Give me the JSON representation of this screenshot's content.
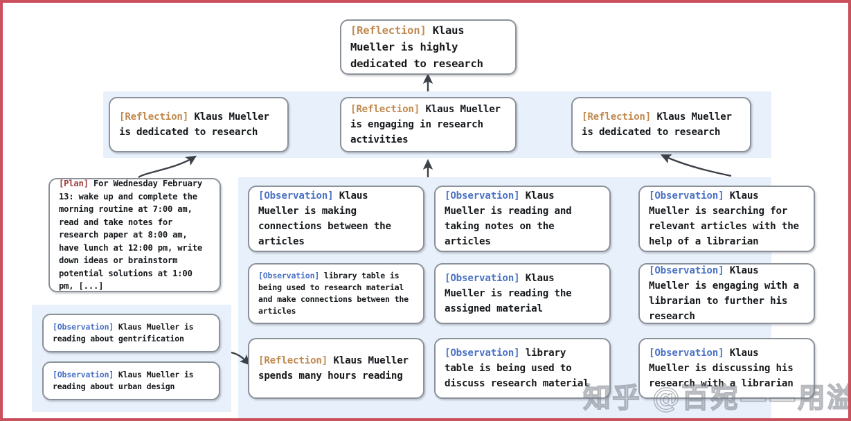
{
  "figure": {
    "type": "reflection-tree-diagram",
    "border_color": "#c9505c",
    "panel_color": "#e8f0fb",
    "node_border_color": "#8b9199",
    "tag_colors": {
      "reflection": "#c08a4e",
      "observation": "#4a72c4",
      "plan": "#a03a3a"
    }
  },
  "root": {
    "tag": "[Reflection]",
    "text": " Klaus Mueller is highly dedicated to research"
  },
  "reflections": [
    {
      "tag": "[Reflection]",
      "text": " Klaus Mueller is dedicated to research"
    },
    {
      "tag": "[Reflection]",
      "text": " Klaus Mueller is engaging in research activities"
    },
    {
      "tag": "[Reflection]",
      "text": " Klaus Mueller is dedicated to research"
    }
  ],
  "plan": {
    "tag": "[Plan]",
    "text": " For Wednesday February 13: wake up and complete the morning routine at 7:00 am, read and take notes for research paper at 8:00 am, have lunch at 12:00 pm, write down ideas or brainstorm potential solutions at 1:00 pm, [...]"
  },
  "left_observations": [
    {
      "tag": "[Observation]",
      "text": " Klaus Mueller is reading about gentrification"
    },
    {
      "tag": "[Observation]",
      "text": " Klaus Mueller is reading about urban design"
    }
  ],
  "column_a": [
    {
      "tag": "[Observation]",
      "text": " Klaus Mueller is making connections between the articles"
    },
    {
      "tag": "[Observation]",
      "text": " library table is being used to research material and make connections between the articles"
    },
    {
      "tag": "[Reflection]",
      "text": " Klaus Mueller spends many hours reading"
    }
  ],
  "column_b": [
    {
      "tag": "[Observation]",
      "text": " Klaus Mueller is reading and taking notes on the articles"
    },
    {
      "tag": "[Observation]",
      "text": " Klaus Mueller is reading the assigned material"
    },
    {
      "tag": "[Observation]",
      "text": " library table is being used to discuss research material"
    }
  ],
  "column_c": [
    {
      "tag": "[Observation]",
      "text": " Klaus Mueller is searching for relevant articles with the help of a librarian"
    },
    {
      "tag": "[Observation]",
      "text": " Klaus Mueller is engaging with a librarian to further his research"
    },
    {
      "tag": "[Observation]",
      "text": " Klaus Mueller is discussing his research with a librarian"
    }
  ],
  "watermark": {
    "text": "知乎 @百宛——用溢书生"
  }
}
